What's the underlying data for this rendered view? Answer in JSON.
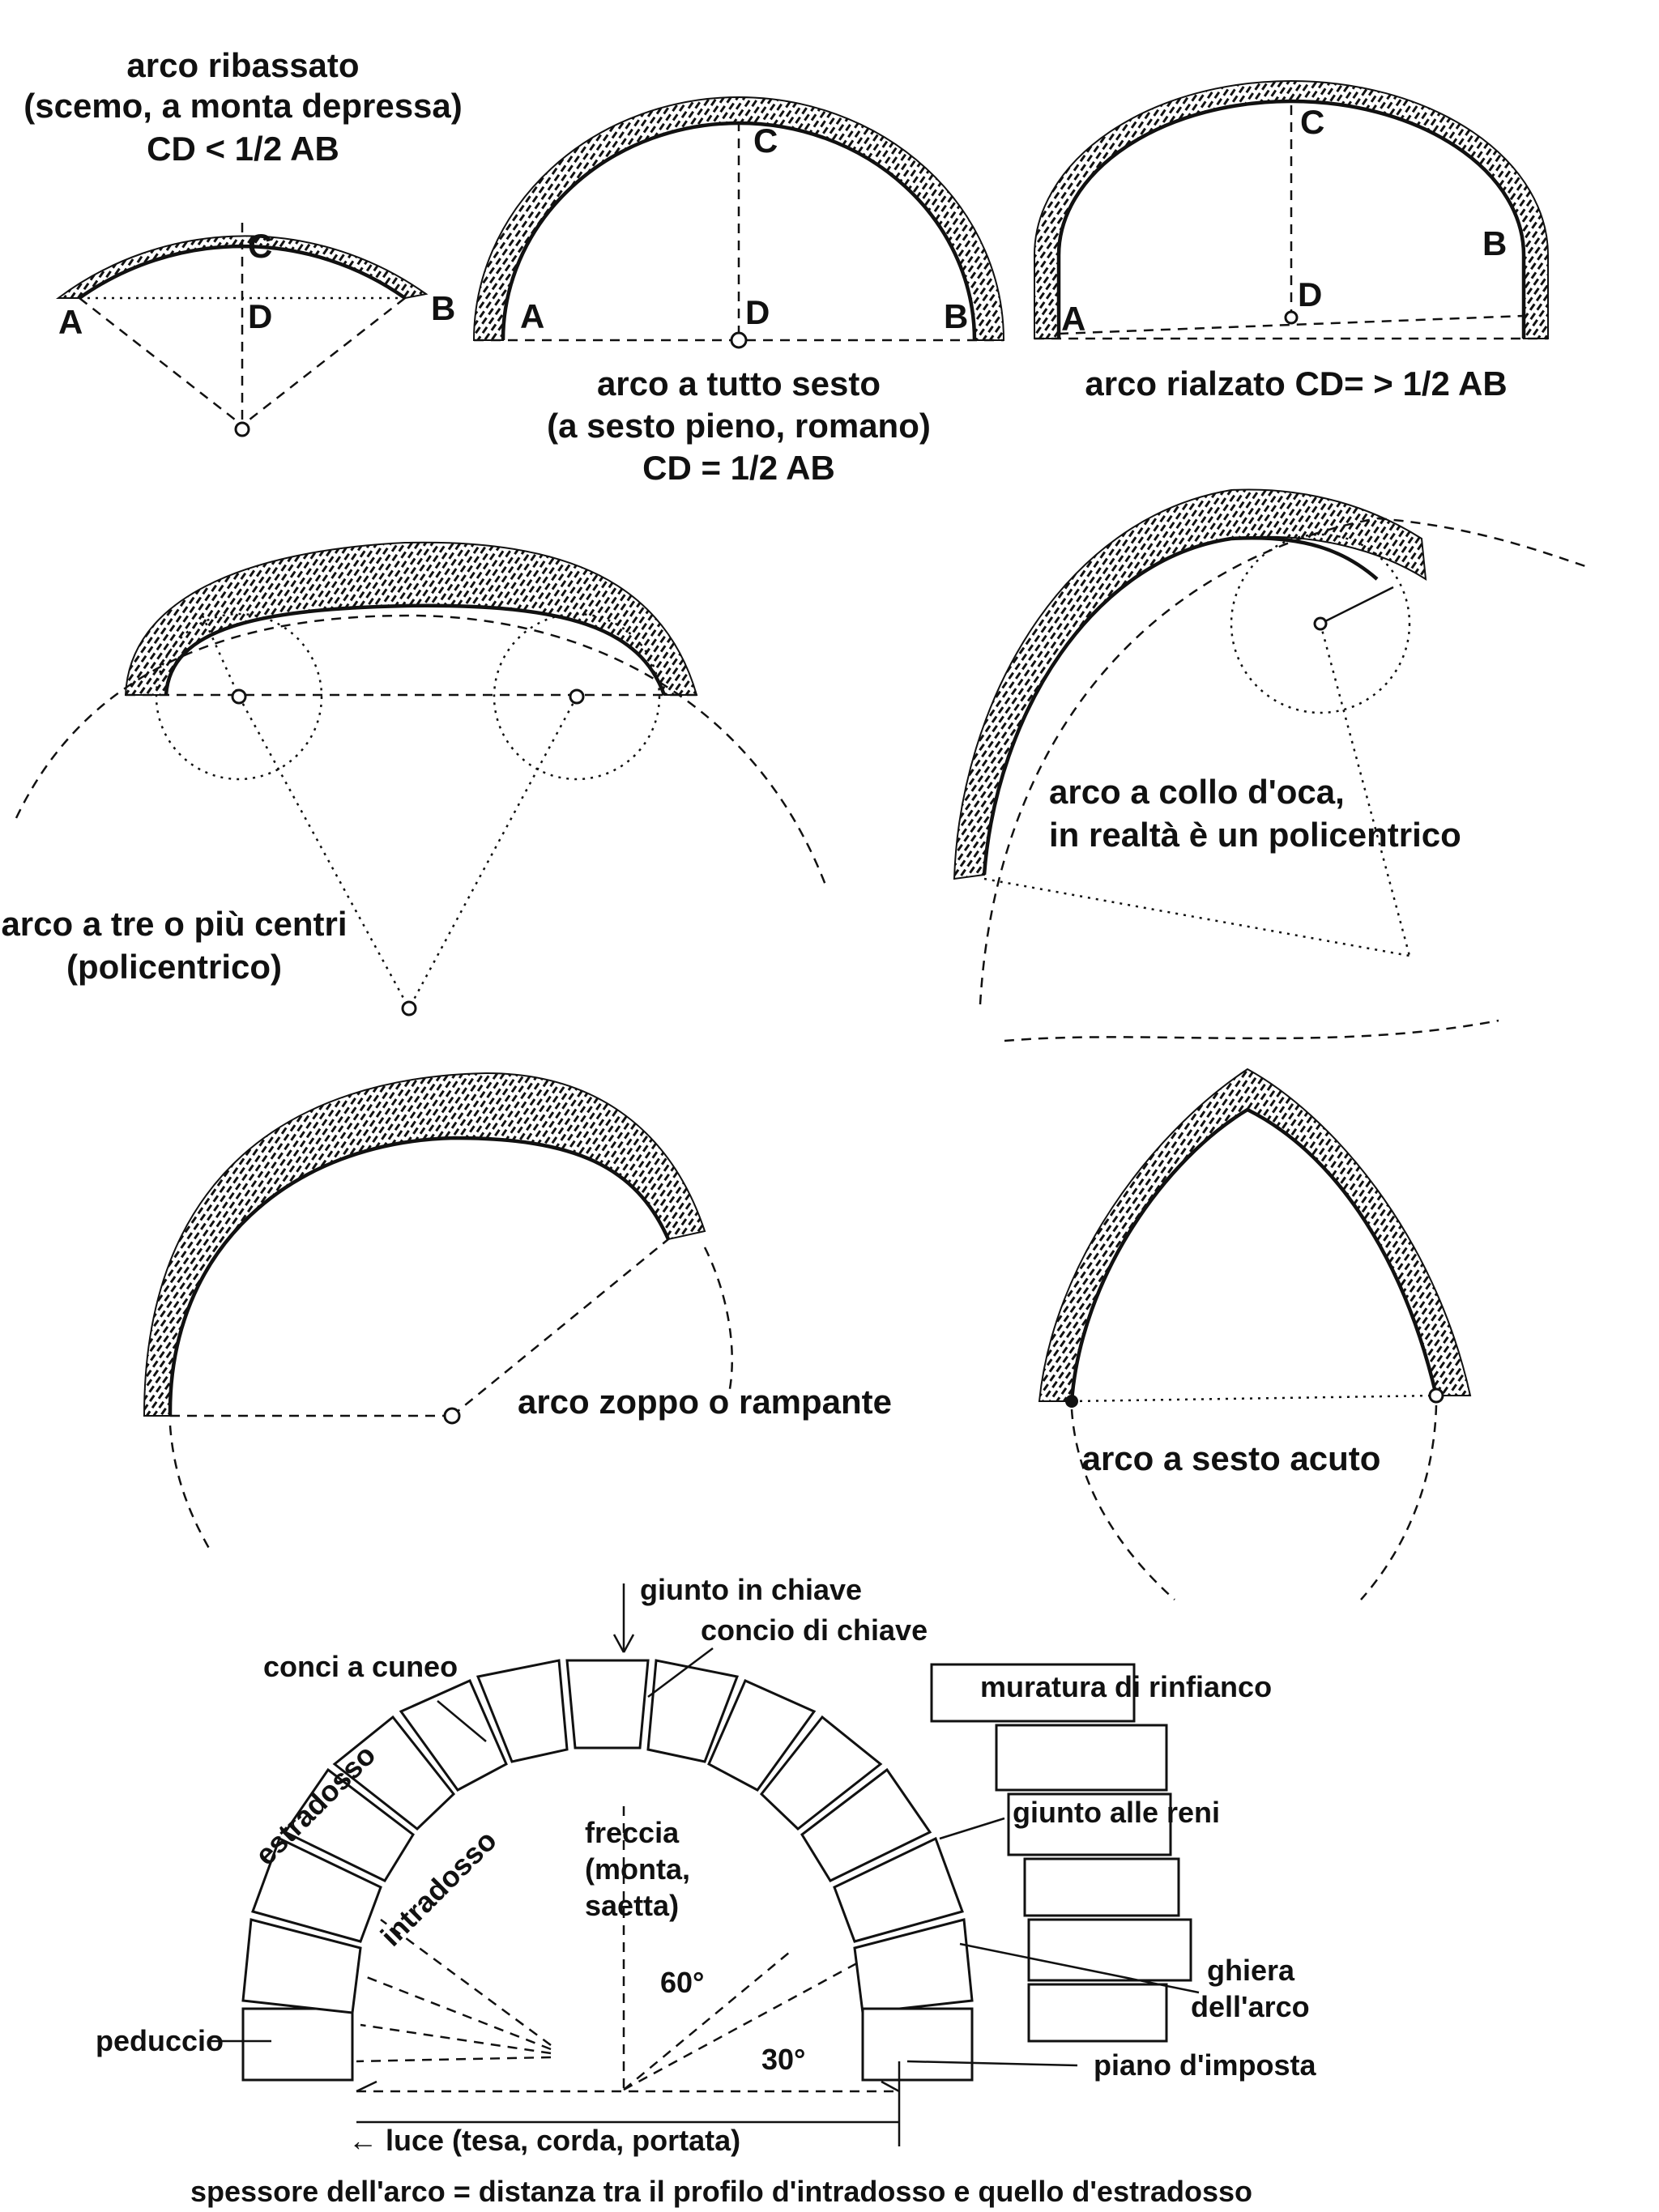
{
  "arches": {
    "ribassato": {
      "title_1": "arco ribassato",
      "title_2": "(scemo, a monta depressa)",
      "title_3": "CD < 1/2 AB",
      "point_a": "A",
      "point_b": "B",
      "point_c": "C",
      "point_d": "D"
    },
    "tutto_sesto": {
      "title_1": "arco a tutto sesto",
      "title_2": "(a sesto pieno, romano)",
      "title_3": "CD = 1/2 AB",
      "point_a": "A",
      "point_b": "B",
      "point_c": "C",
      "point_d": "D"
    },
    "rialzato": {
      "title": "arco rialzato CD= > 1/2 AB",
      "point_a": "A",
      "point_b": "B",
      "point_c": "C",
      "point_d": "D"
    },
    "policentrico": {
      "title_1": "arco a tre o più centri",
      "title_2": "(policentrico)"
    },
    "collo_oca": {
      "title_1": "arco a collo d'oca,",
      "title_2": "in realtà è un policentrico"
    },
    "zoppo": {
      "title": "arco zoppo o rampante"
    },
    "acuto": {
      "title": "arco a sesto acuto"
    }
  },
  "anatomy": {
    "giunto_chiave": "giunto in chiave",
    "concio_chiave": "concio di chiave",
    "conci_cuneo": "conci a cuneo",
    "muratura": "muratura di rinfianco",
    "estradosso": "estradosso",
    "intradosso": "intradosso",
    "freccia_1": "freccia",
    "freccia_2": "(monta,",
    "freccia_3": "saetta)",
    "giunto_reni": "giunto alle reni",
    "angle_60": "60°",
    "angle_30": "30°",
    "ghiera_1": "ghiera",
    "ghiera_2": "dell'arco",
    "peduccio": "peduccio",
    "piano_imposta": "piano d'imposta",
    "luce": "← luce (tesa, corda, portata)",
    "spessore": "spessore dell'arco = distanza tra il profilo d'intradosso e quello d'estradosso"
  }
}
